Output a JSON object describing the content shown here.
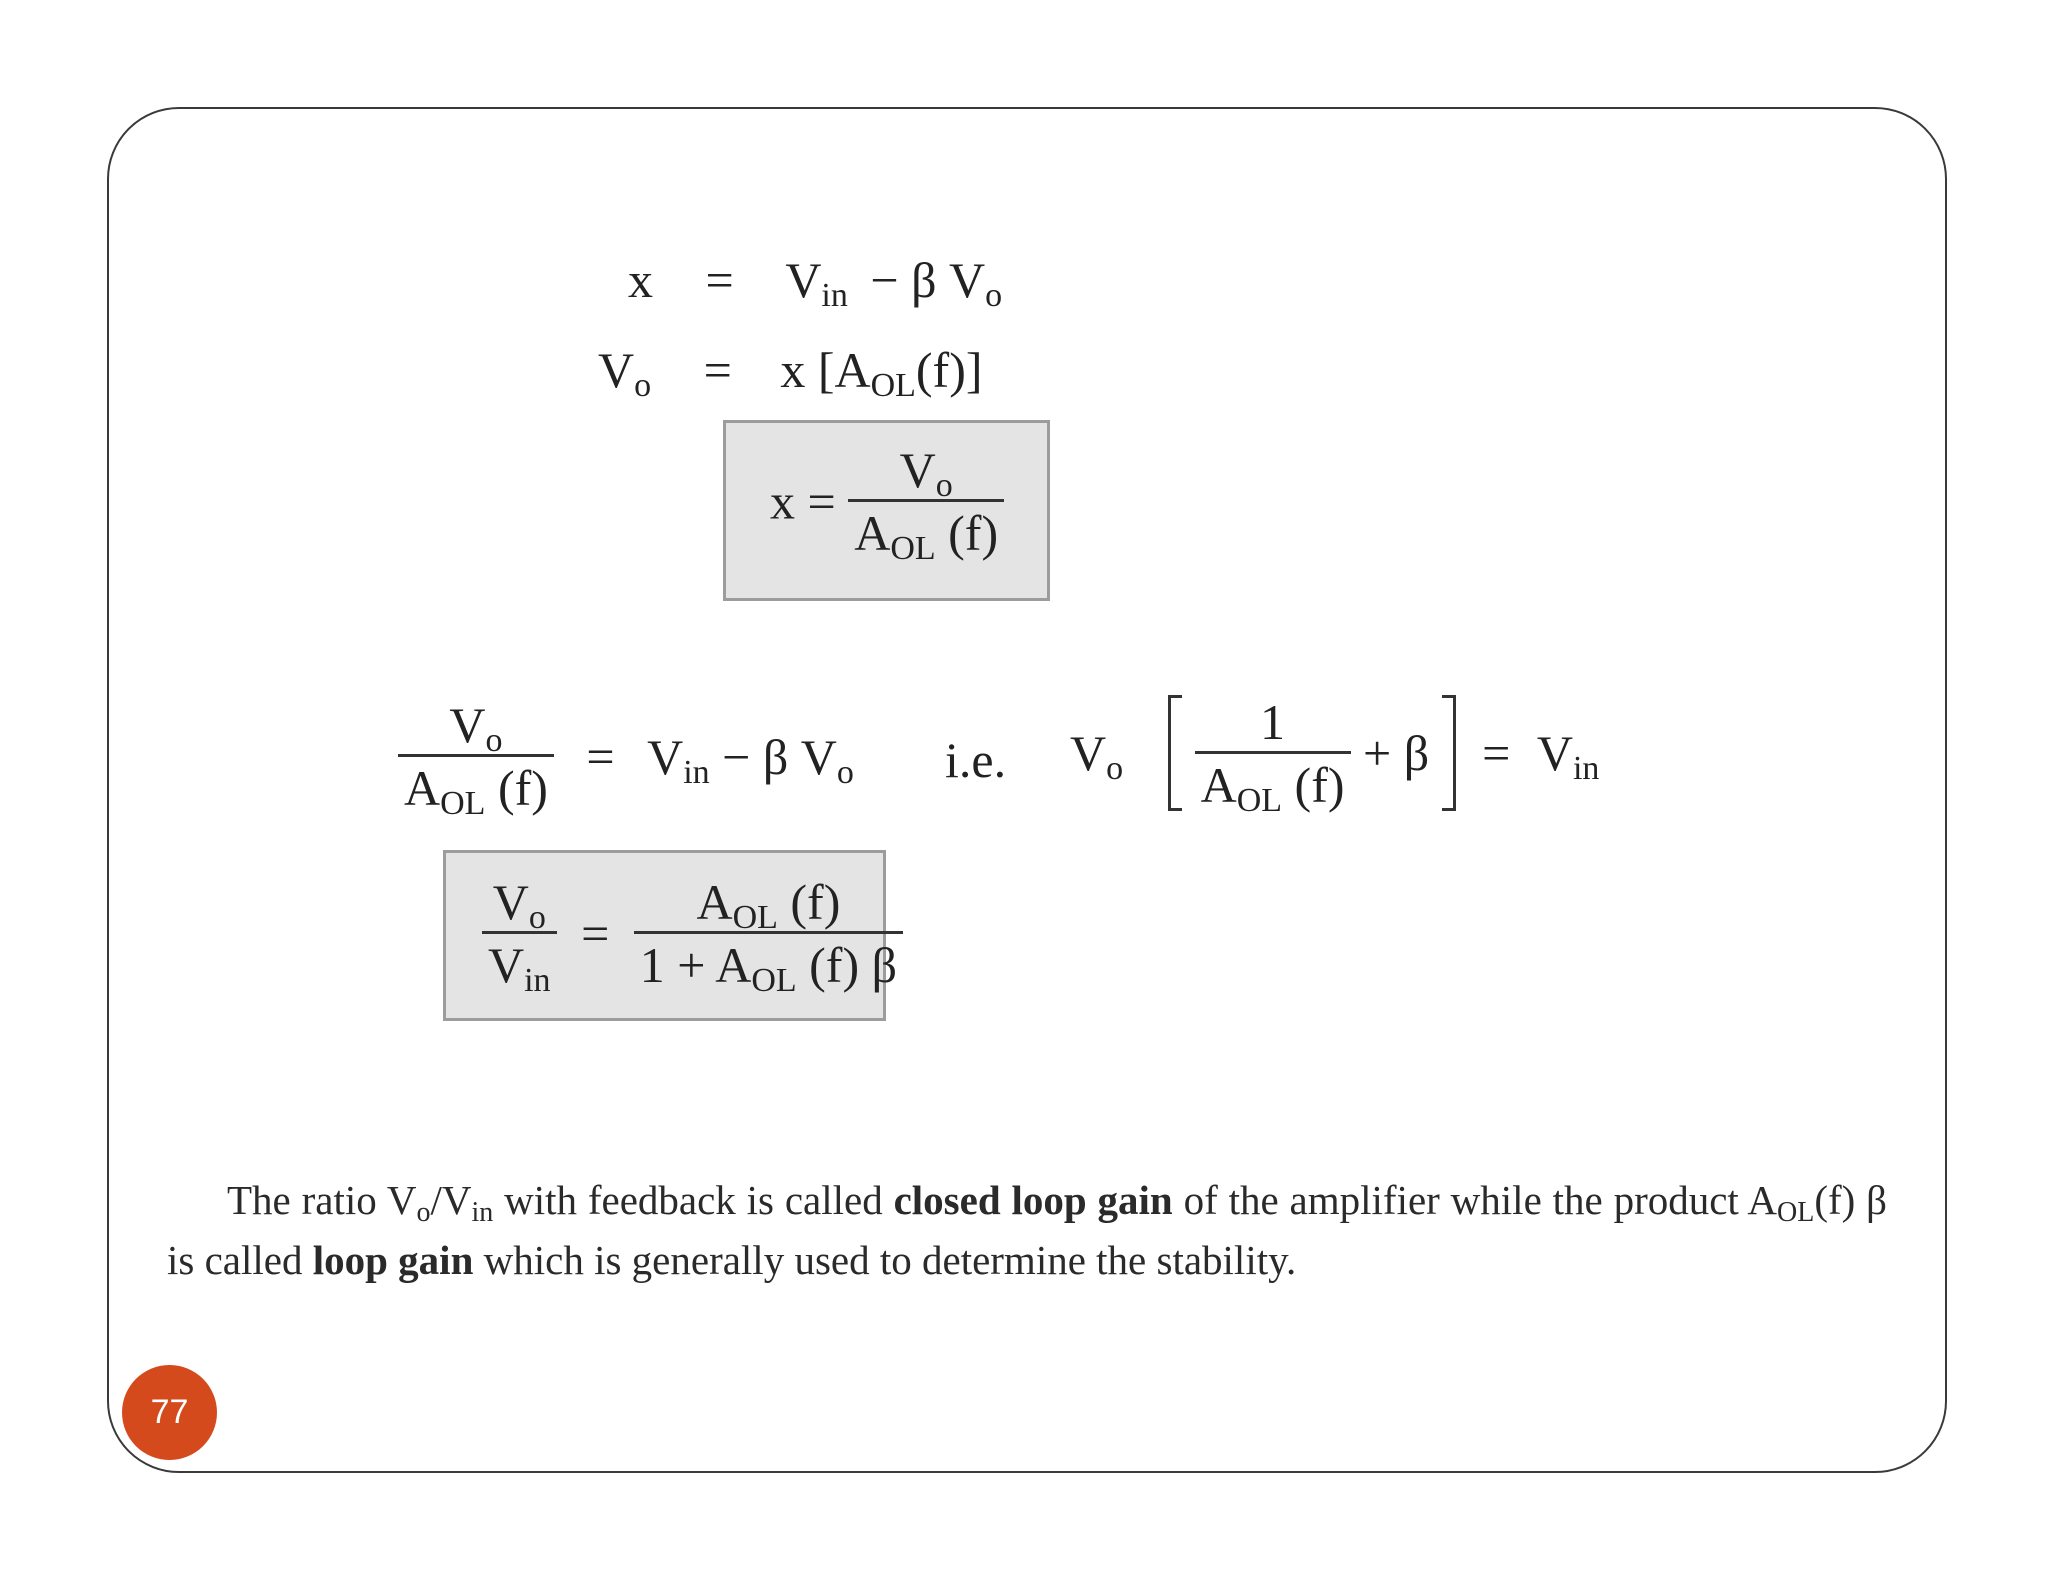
{
  "equations": {
    "eq1": {
      "lhs": "x",
      "eq": "=",
      "v": "V",
      "in": "in",
      "minus": "− β V",
      "o": "o"
    },
    "eq2": {
      "v": "V",
      "o": "o",
      "eq": "=",
      "rhs_a": "x [A",
      "ol": "OL",
      "rhs_b": "(f)]"
    },
    "box1": {
      "x": "x =",
      "num_v": "V",
      "num_o": "o",
      "den_a": "A",
      "den_ol": "OL",
      "den_f": "(f)"
    },
    "eq3": {
      "num_v": "V",
      "num_o": "o",
      "den_a": "A",
      "den_ol": "OL",
      "den_f": "(f)",
      "eq": "=",
      "rhs_v": "V",
      "rhs_in": "in",
      "rhs_minus": "− β V",
      "rhs_o": "o"
    },
    "ie": "i.e.",
    "eq4": {
      "v": "V",
      "o": "o",
      "num": "1",
      "den_a": "A",
      "den_ol": "OL",
      "den_f": "(f)",
      "plus_beta": "+ β",
      "eq": "=",
      "rhs_v": "V",
      "rhs_in": "in"
    },
    "box2": {
      "lnum_v": "V",
      "lnum_o": "o",
      "lden_v": "V",
      "lden_in": "in",
      "eq": "=",
      "rnum_a": "A",
      "rnum_ol": "OL",
      "rnum_f": "(f)",
      "rden_a": "1 + A",
      "rden_ol": "OL",
      "rden_f": "(f) β"
    }
  },
  "paragraph": {
    "t1": "The ratio V",
    "sub_o": "o",
    "t2": "/V",
    "sub_in": "in",
    "t3": " with feedback is called ",
    "b1": "closed loop gain",
    "t4": " of the amplifier while the product A",
    "sub_ol": "OL",
    "t5": "(f) β is called ",
    "b2": "loop gain",
    "t6": " which is generally used to determine the stability."
  },
  "page_number": "77"
}
